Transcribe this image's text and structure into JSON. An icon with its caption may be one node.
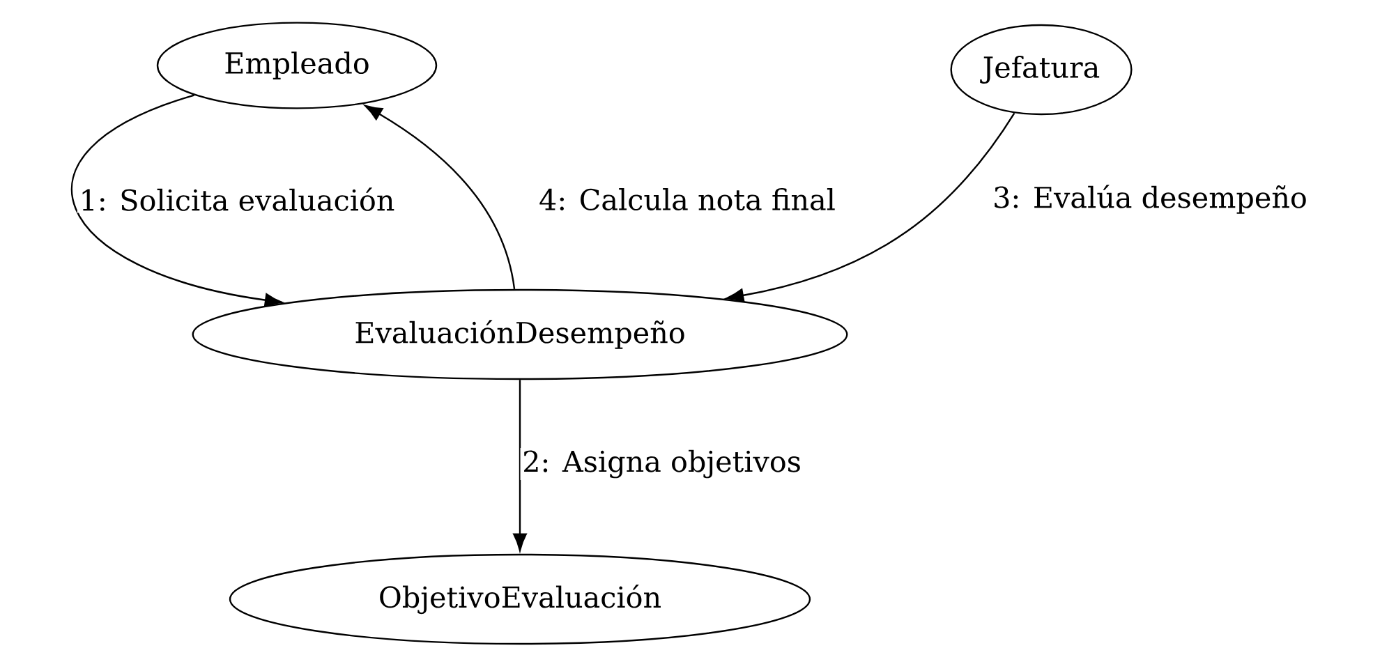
{
  "diagram": {
    "nodes": [
      {
        "text": [
          "Empleado"
        ]
      },
      {
        "text": [
          "Jefatura"
        ]
      },
      {
        "text": [
          "EvaluaciónDesempeño"
        ]
      },
      {
        "text": [
          "ObjetivoEvaluación"
        ]
      }
    ],
    "edges": [
      {
        "from": 0,
        "to": 2,
        "arrow": "to",
        "label": "1: Solicita evaluación"
      },
      {
        "from": 2,
        "to": 3,
        "arrow": "to",
        "label": "2: Asigna objetivos"
      },
      {
        "from": 1,
        "to": 2,
        "arrow": "to",
        "label": "3: Evalúa desempeño"
      },
      {
        "from": 2,
        "to": 0,
        "arrow": "to",
        "label": "4: Calcula nota final"
      }
    ]
  }
}
